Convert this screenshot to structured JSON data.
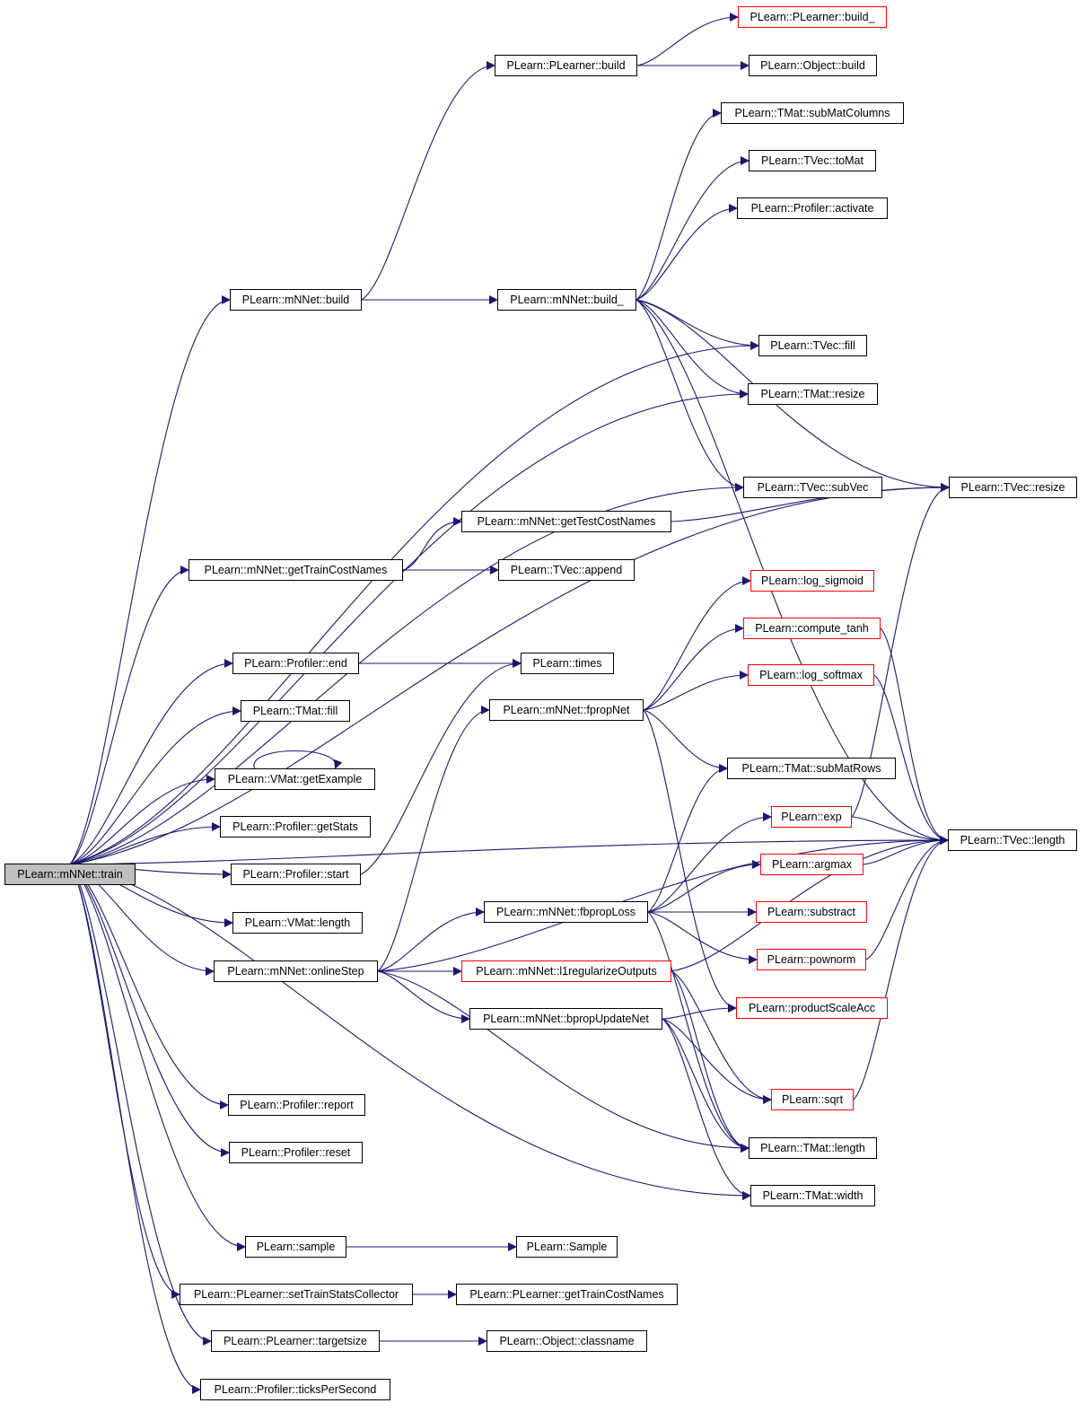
{
  "colors": {
    "edge": "#191970",
    "node_border": "#000000",
    "incomplete_node_border": "#ff0000",
    "root_fill": "#bfbfbf",
    "background": "#ffffff"
  },
  "nodes": {
    "train": "PLearn::mNNet::train",
    "mnnet_build": "PLearn::mNNet::build",
    "pl_build": "PLearn::PLearner::build",
    "pl_build_": "PLearn::PLearner::build_",
    "obj_build": "PLearn::Object::build",
    "submatcols": "PLearn::TMat::subMatColumns",
    "tovec_tomat": "PLearn::TVec::toMat",
    "prof_activate": "PLearn::Profiler::activate",
    "mnnet_build_": "PLearn::mNNet::build_",
    "tvec_fill": "PLearn::TVec::fill",
    "tmat_resize": "PLearn::TMat::resize",
    "tvec_subvec": "PLearn::TVec::subVec",
    "tvec_resize": "PLearn::TVec::resize",
    "gettestcost": "PLearn::mNNet::getTestCostNames",
    "gettraincost": "PLearn::mNNet::getTrainCostNames",
    "tvec_append": "PLearn::TVec::append",
    "log_sigmoid": "PLearn::log_sigmoid",
    "compute_tanh": "PLearn::compute_tanh",
    "prof_end": "PLearn::Profiler::end",
    "times": "PLearn::times",
    "log_softmax": "PLearn::log_softmax",
    "fpropnet": "PLearn::mNNet::fpropNet",
    "tmat_fill": "PLearn::TMat::fill",
    "submatrows": "PLearn::TMat::subMatRows",
    "vmat_getex": "PLearn::VMat::getExample",
    "exp": "PLearn::exp",
    "prof_getstats": "PLearn::Profiler::getStats",
    "tvec_length": "PLearn::TVec::length",
    "argmax": "PLearn::argmax",
    "prof_start": "PLearn::Profiler::start",
    "fbproploss": "PLearn::mNNet::fbpropLoss",
    "substract": "PLearn::substract",
    "vmat_length": "PLearn::VMat::length",
    "pownorm": "PLearn::pownorm",
    "onlinestep": "PLearn::mNNet::onlineStep",
    "l1reg": "PLearn::mNNet::l1regularizeOutputs",
    "prodscaleacc": "PLearn::productScaleAcc",
    "bpropupdate": "PLearn::mNNet::bpropUpdateNet",
    "sqrt": "PLearn::sqrt",
    "prof_report": "PLearn::Profiler::report",
    "tmat_length": "PLearn::TMat::length",
    "prof_reset": "PLearn::Profiler::reset",
    "tmat_width": "PLearn::TMat::width",
    "sample": "PLearn::sample",
    "Sample": "PLearn::Sample",
    "settrainstats": "PLearn::PLearner::setTrainStatsCollector",
    "pl_gettraincost": "PLearn::PLearner::getTrainCostNames",
    "targetsize": "PLearn::PLearner::targetsize",
    "obj_classname": "PLearn::Object::classname",
    "ticks": "PLearn::Profiler::ticksPerSecond"
  },
  "incomplete_nodes": [
    "pl_build_",
    "log_sigmoid",
    "compute_tanh",
    "log_softmax",
    "exp",
    "argmax",
    "substract",
    "pownorm",
    "l1reg",
    "prodscaleacc",
    "sqrt"
  ],
  "root_node": "train",
  "edges": [
    [
      "train",
      "mnnet_build"
    ],
    [
      "train",
      "tvec_fill"
    ],
    [
      "train",
      "tmat_resize"
    ],
    [
      "train",
      "tvec_resize"
    ],
    [
      "train",
      "gettraincost"
    ],
    [
      "train",
      "tvec_subvec"
    ],
    [
      "train",
      "prof_end"
    ],
    [
      "train",
      "tmat_fill"
    ],
    [
      "train",
      "vmat_getex"
    ],
    [
      "train",
      "prof_getstats"
    ],
    [
      "train",
      "prof_start"
    ],
    [
      "train",
      "vmat_length"
    ],
    [
      "train",
      "onlinestep"
    ],
    [
      "train",
      "tmat_width"
    ],
    [
      "train",
      "tvec_length"
    ],
    [
      "train",
      "prof_report"
    ],
    [
      "train",
      "prof_reset"
    ],
    [
      "train",
      "sample"
    ],
    [
      "train",
      "settrainstats"
    ],
    [
      "train",
      "targetsize"
    ],
    [
      "train",
      "ticks"
    ],
    [
      "mnnet_build",
      "pl_build"
    ],
    [
      "mnnet_build",
      "mnnet_build_"
    ],
    [
      "pl_build",
      "pl_build_"
    ],
    [
      "pl_build",
      "obj_build"
    ],
    [
      "mnnet_build_",
      "submatcols"
    ],
    [
      "mnnet_build_",
      "tovec_tomat"
    ],
    [
      "mnnet_build_",
      "prof_activate"
    ],
    [
      "mnnet_build_",
      "tvec_resize"
    ],
    [
      "mnnet_build_",
      "tvec_length"
    ],
    [
      "mnnet_build_",
      "tvec_fill"
    ],
    [
      "mnnet_build_",
      "tmat_resize"
    ],
    [
      "mnnet_build_",
      "tvec_subvec"
    ],
    [
      "gettraincost",
      "gettestcost"
    ],
    [
      "gettraincost",
      "tvec_append"
    ],
    [
      "gettestcost",
      "tvec_resize"
    ],
    [
      "prof_end",
      "times"
    ],
    [
      "prof_start",
      "times"
    ],
    [
      "vmat_getex",
      "vmat_getex"
    ],
    [
      "onlinestep",
      "fpropnet"
    ],
    [
      "onlinestep",
      "fbproploss"
    ],
    [
      "onlinestep",
      "l1reg"
    ],
    [
      "onlinestep",
      "bpropupdate"
    ],
    [
      "onlinestep",
      "tmat_length"
    ],
    [
      "onlinestep",
      "tvec_length"
    ],
    [
      "fpropnet",
      "log_sigmoid"
    ],
    [
      "fpropnet",
      "compute_tanh"
    ],
    [
      "fpropnet",
      "log_softmax"
    ],
    [
      "fpropnet",
      "submatrows"
    ],
    [
      "fpropnet",
      "prodscaleacc"
    ],
    [
      "compute_tanh",
      "tvec_length"
    ],
    [
      "log_softmax",
      "tvec_length"
    ],
    [
      "exp",
      "tvec_resize"
    ],
    [
      "exp",
      "tvec_length"
    ],
    [
      "argmax",
      "tvec_length"
    ],
    [
      "pownorm",
      "tvec_length"
    ],
    [
      "sqrt",
      "tvec_length"
    ],
    [
      "fbproploss",
      "submatrows"
    ],
    [
      "fbproploss",
      "exp"
    ],
    [
      "fbproploss",
      "argmax"
    ],
    [
      "fbproploss",
      "substract"
    ],
    [
      "fbproploss",
      "pownorm"
    ],
    [
      "fbproploss",
      "tmat_length"
    ],
    [
      "l1reg",
      "sqrt"
    ],
    [
      "l1reg",
      "tmat_length"
    ],
    [
      "l1reg",
      "tvec_length"
    ],
    [
      "bpropupdate",
      "prodscaleacc"
    ],
    [
      "bpropupdate",
      "sqrt"
    ],
    [
      "bpropupdate",
      "tmat_length"
    ],
    [
      "bpropupdate",
      "tmat_width"
    ],
    [
      "sample",
      "Sample"
    ],
    [
      "settrainstats",
      "pl_gettraincost"
    ],
    [
      "targetsize",
      "obj_classname"
    ]
  ]
}
